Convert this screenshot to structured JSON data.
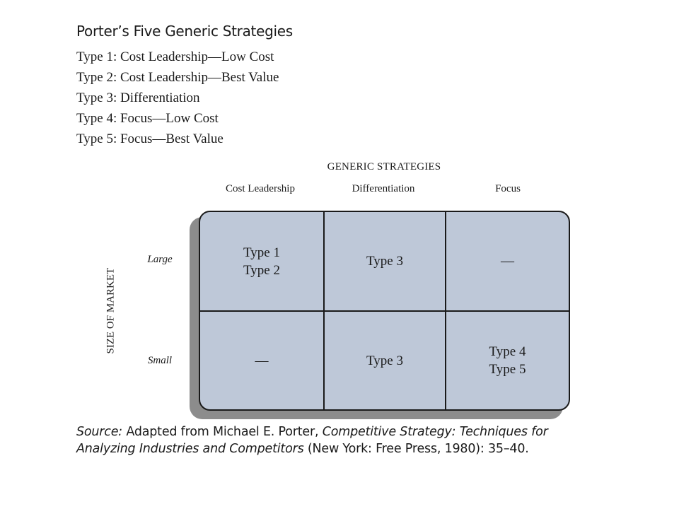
{
  "title": "Porter’s Five Generic Strategies",
  "types": [
    "Type 1: Cost Leadership—Low Cost",
    "Type 2: Cost Leadership—Best Value",
    "Type 3: Differentiation",
    "Type 4: Focus—Low Cost",
    "Type 5: Focus—Best Value"
  ],
  "matrix": {
    "column_heading": "GENERIC STRATEGIES",
    "columns": [
      "Cost Leadership",
      "Differentiation",
      "Focus"
    ],
    "row_heading": "SIZE OF MARKET",
    "rows": [
      "Large",
      "Small"
    ],
    "cells": {
      "large_cost": [
        "Type 1",
        "Type 2"
      ],
      "large_diff": [
        "Type 3"
      ],
      "large_focus": [
        "—"
      ],
      "small_cost": [
        "—"
      ],
      "small_diff": [
        "Type 3"
      ],
      "small_focus": [
        "Type 4",
        "Type 5"
      ]
    },
    "fill_color": "#bec8d8"
  },
  "source": {
    "label": "Source:",
    "text1": " Adapted from Michael E. Porter, ",
    "book": "Competitive Strategy: Techniques for Analyzing Industries and Competitors",
    "text2": " (New York: Free Press, 1980): 35–40."
  }
}
